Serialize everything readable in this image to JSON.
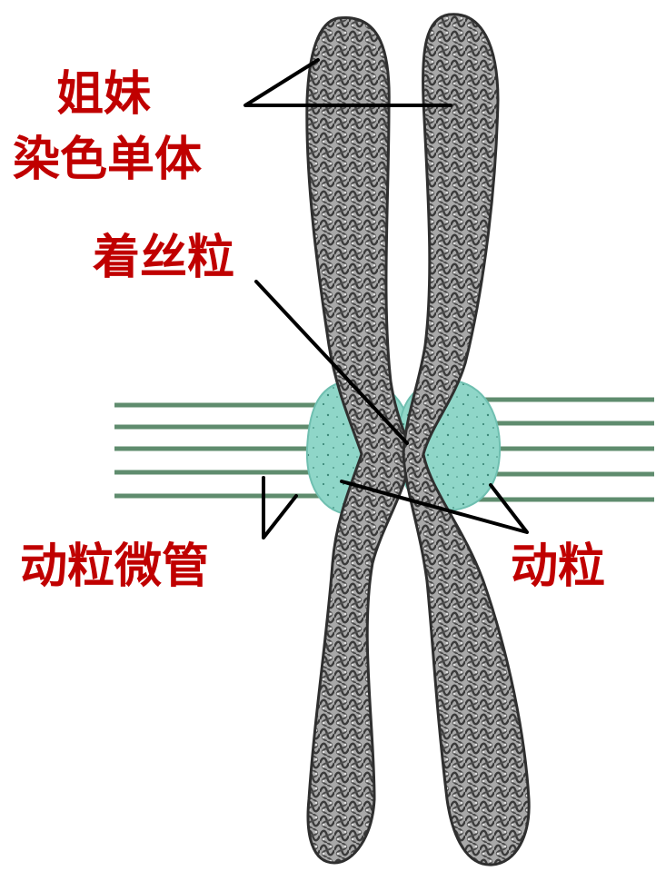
{
  "labels": {
    "sister_line1": "姐妹",
    "sister_line2": "染色单体",
    "centromere": "着丝粒",
    "kinetochore_microtubule": "动粒微管",
    "kinetochore": "动粒"
  },
  "colors": {
    "label_text": "#c00000",
    "kinetochore_fill": "#8fd6c8",
    "microtubule": "#5f8c6e",
    "chromatid_fill": "#9a9a9a",
    "chromatid_strand": "#3a3a3a",
    "leader_line": "#000000"
  }
}
